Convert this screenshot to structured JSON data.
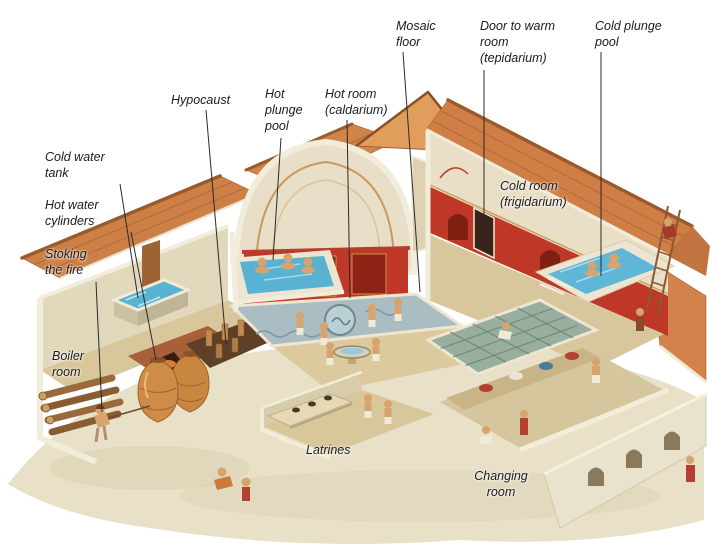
{
  "figure": {
    "title": "Cutaway illustration of a Roman bath house",
    "colors": {
      "roof": "#cd8046",
      "wall_red": "#bf3726",
      "stone": "#e9dfc6",
      "water": "#5ab4d4",
      "label_text": "#1b1b1b"
    },
    "labels": {
      "mosaic_floor": "Mosaic\nfloor",
      "door_warm_room": "Door to warm\nroom\n(tepidarium)",
      "cold_plunge_pool": "Cold plunge\npool",
      "hypocaust": "Hypocaust",
      "hot_plunge_pool": "Hot\nplunge\npool",
      "hot_room": "Hot room\n(caldarium)",
      "cold_water_tank": "Cold water\ntank",
      "hot_water_cylinders": "Hot water\ncylinders",
      "stoking_fire": "Stoking\nthe fire",
      "boiler_room": "Boiler\nroom",
      "cold_room": "Cold room\n(frigidarium)",
      "latrines": "Latrines",
      "changing_room": "Changing\nroom"
    }
  }
}
